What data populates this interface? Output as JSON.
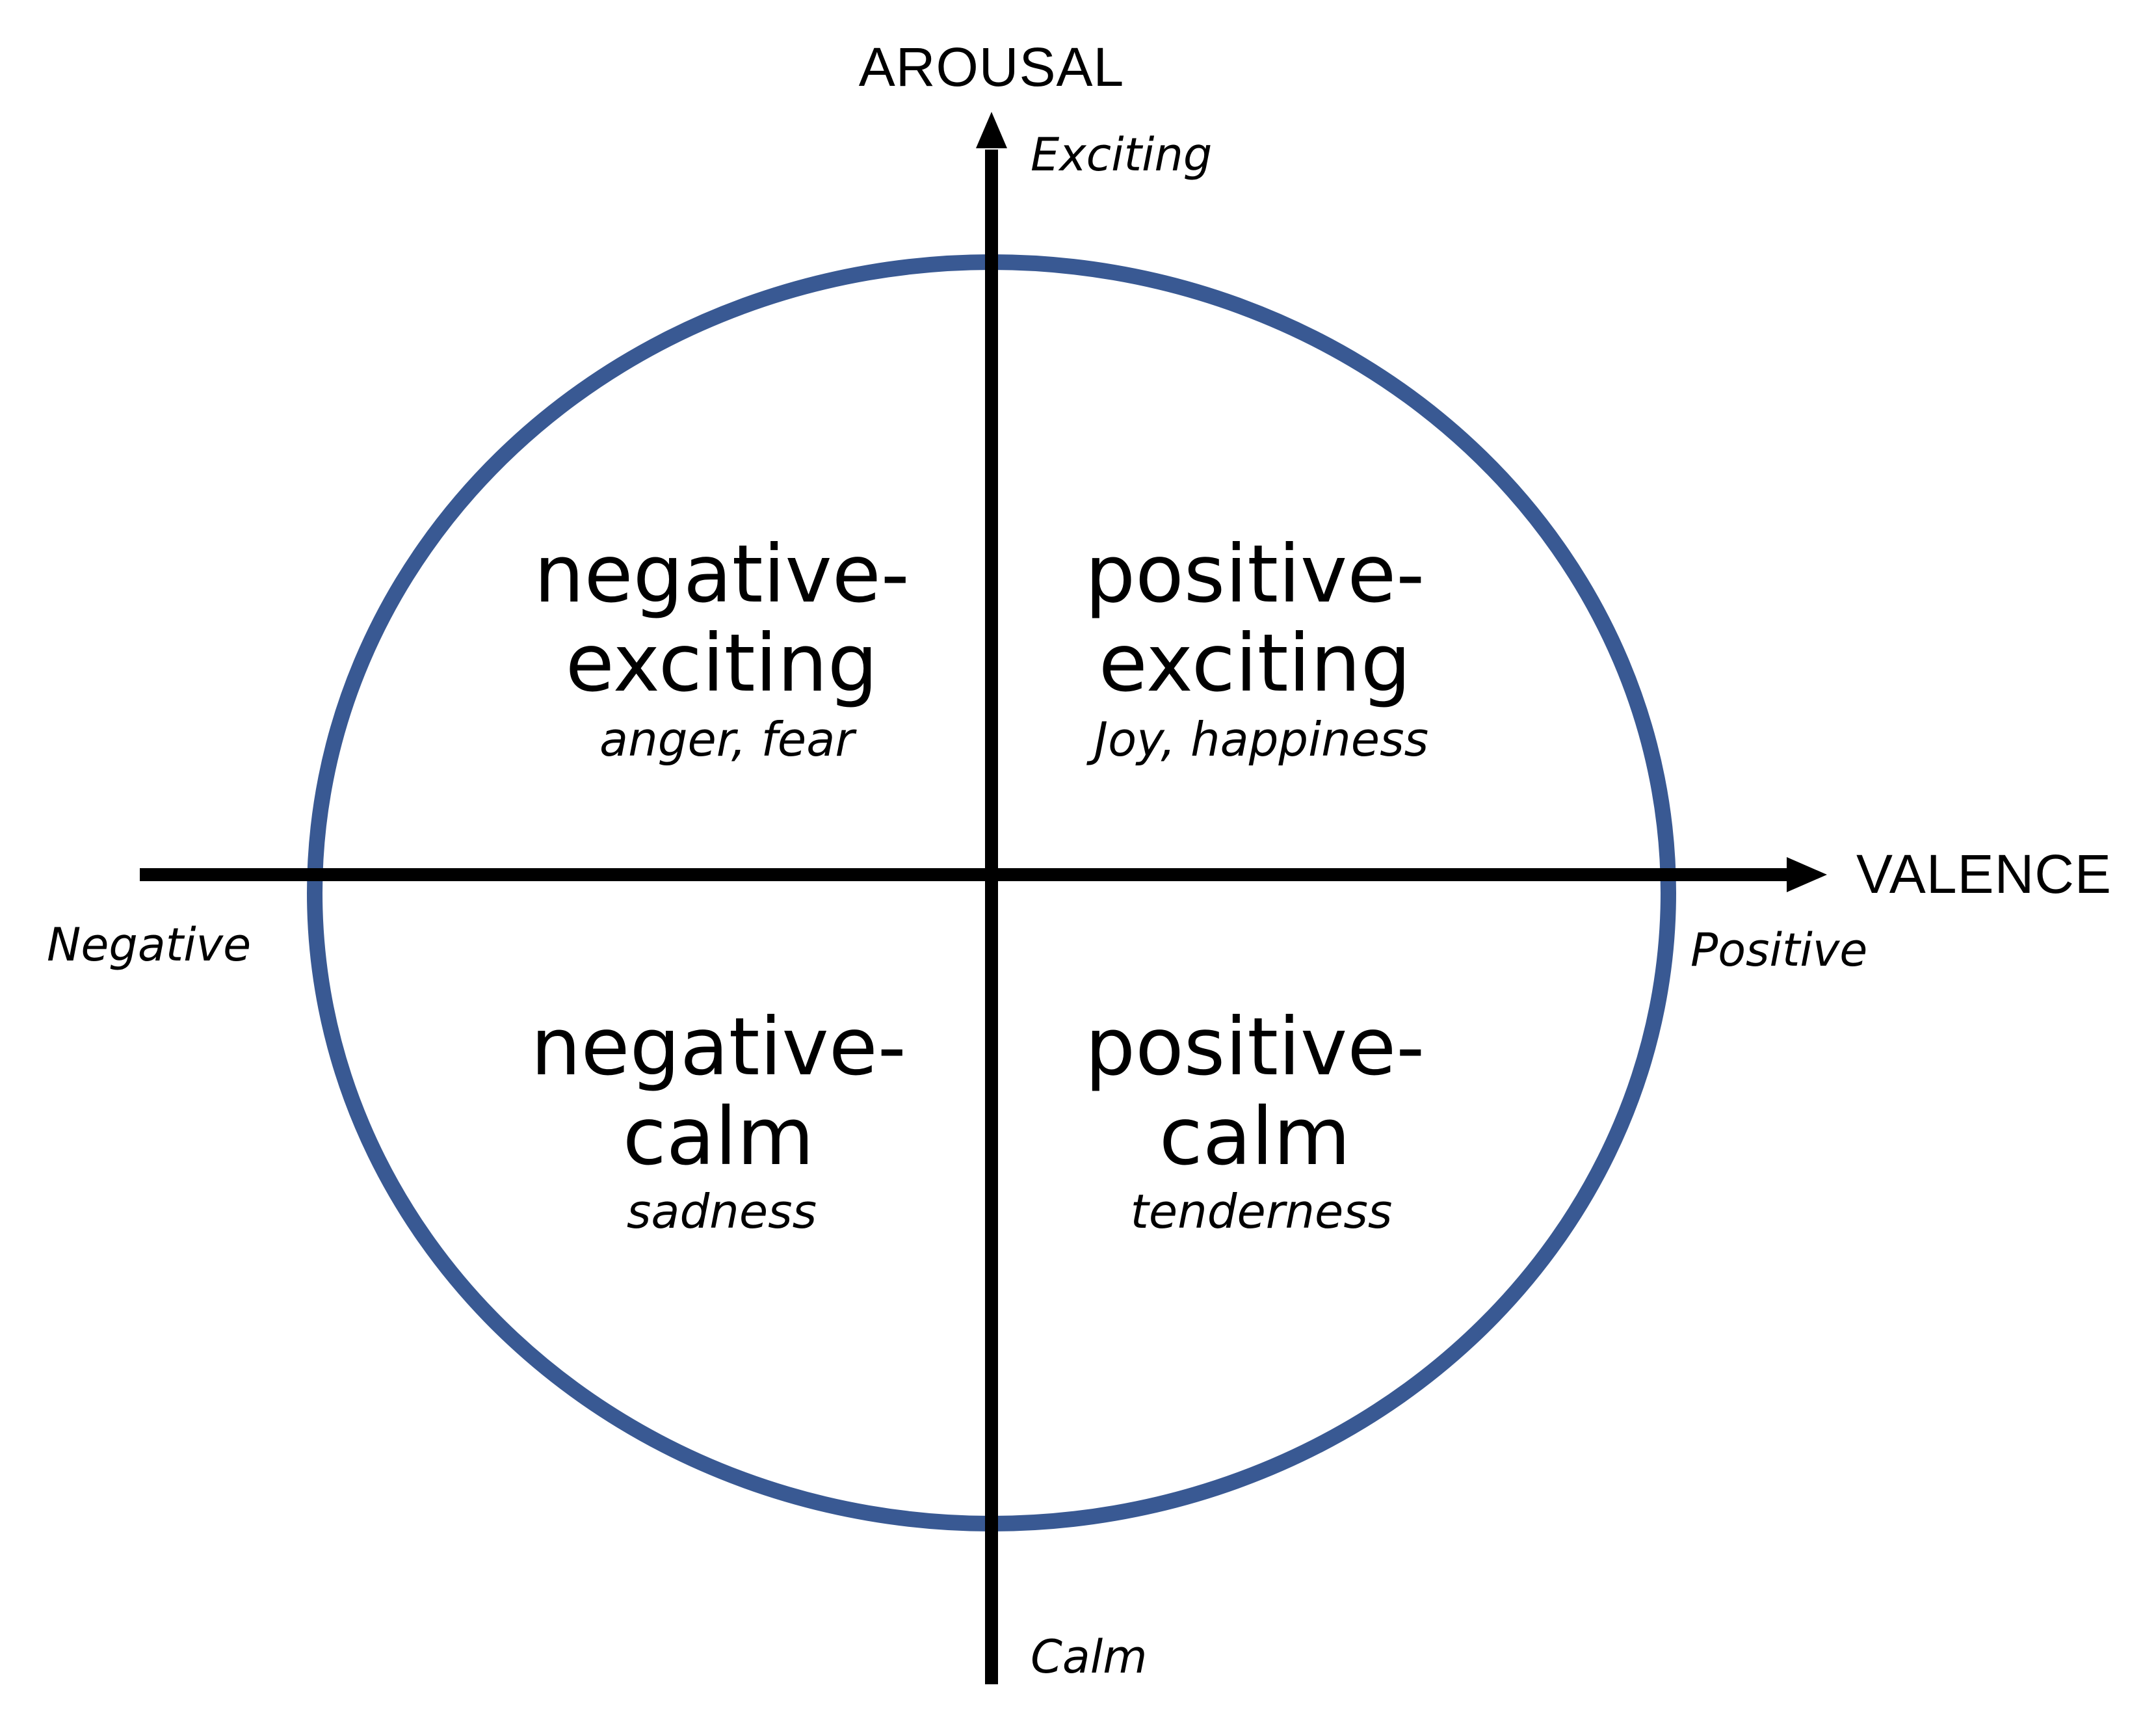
{
  "arousal_axis": {
    "title": "AROUSAL",
    "high_pole": "Exciting",
    "low_pole": "Calm"
  },
  "valence_axis": {
    "title": "VALENCE",
    "negative_pole": "Negative",
    "positive_pole": "Positive"
  },
  "quadrants": [
    {
      "id": "negative-exciting",
      "title_line1": "negative-",
      "title_line2": "exciting",
      "examples": "anger, fear"
    },
    {
      "id": "positive-exciting",
      "title_line1": "positive-",
      "title_line2": "exciting",
      "examples": "Joy, happiness"
    },
    {
      "id": "negative-calm",
      "title_line1": "negative-",
      "title_line2": "calm",
      "examples": "sadness"
    },
    {
      "id": "positive-calm",
      "title_line1": "positive-",
      "title_line2": "calm",
      "examples": "tenderness"
    }
  ],
  "colors": {
    "ellipse_stroke": "#395993",
    "axis": "#000000",
    "background": "#ffffff"
  }
}
